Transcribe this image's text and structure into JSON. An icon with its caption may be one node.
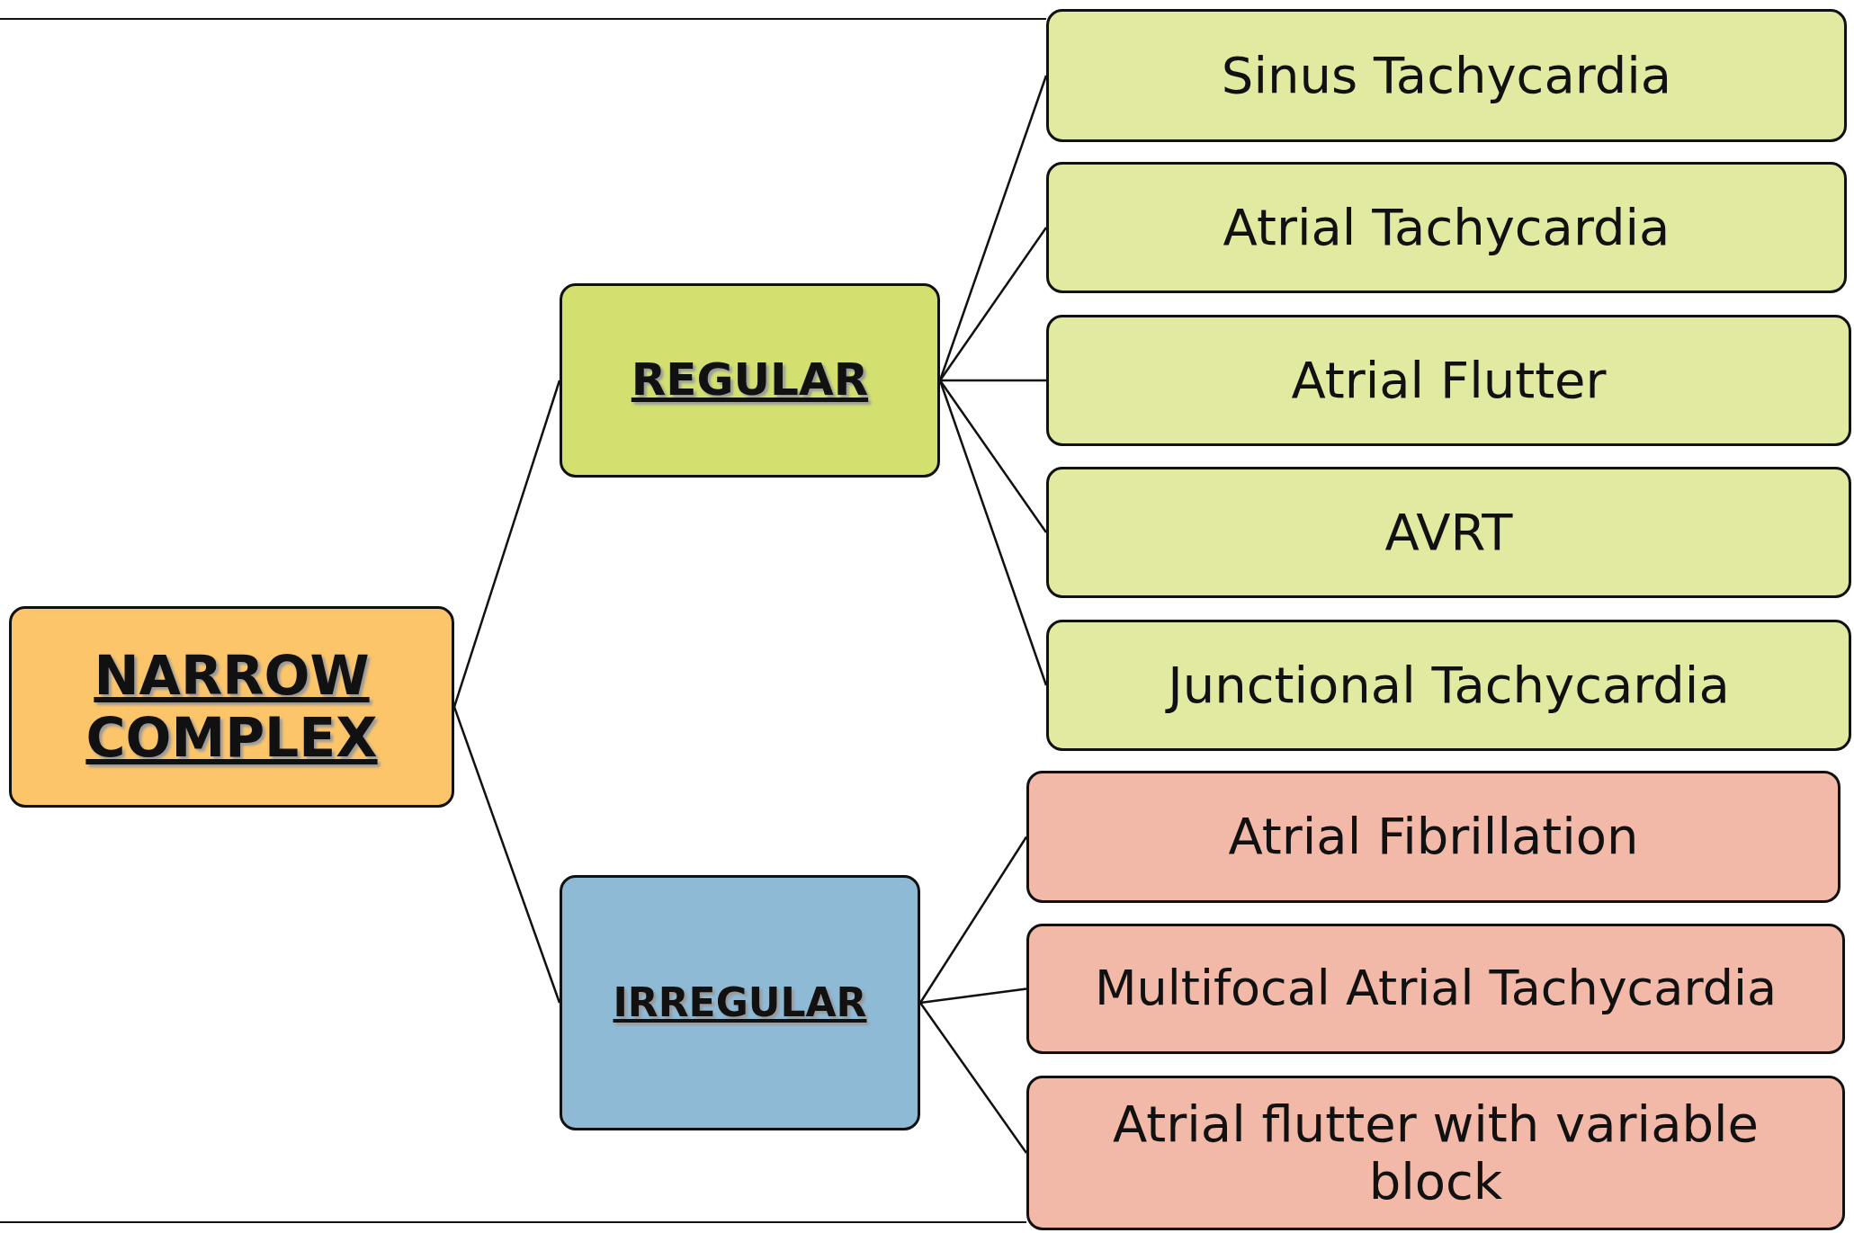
{
  "diagram": {
    "nodes": [
      {
        "text": [
          "NARROW COMPLEX"
        ]
      },
      {
        "text": [
          "REGULAR"
        ]
      },
      {
        "text": [
          "IRREGULAR"
        ]
      },
      {
        "text": [
          "Sinus Tachycardia"
        ]
      },
      {
        "text": [
          "Atrial Tachycardia"
        ]
      },
      {
        "text": [
          "Atrial Flutter"
        ]
      },
      {
        "text": [
          "AVRT"
        ]
      },
      {
        "text": [
          "Junctional Tachycardia"
        ]
      },
      {
        "text": [
          "Atrial Fibrillation"
        ]
      },
      {
        "text": [
          "Multifocal Atrial Tachycardia"
        ]
      },
      {
        "text": [
          "Atrial flutter with variable block"
        ]
      }
    ],
    "edges": [
      {
        "from": 0,
        "to": 1,
        "arrow": "none"
      },
      {
        "from": 0,
        "to": 2,
        "arrow": "none"
      },
      {
        "from": 1,
        "to": 3,
        "arrow": "none"
      },
      {
        "from": 1,
        "to": 4,
        "arrow": "none"
      },
      {
        "from": 1,
        "to": 5,
        "arrow": "none"
      },
      {
        "from": 1,
        "to": 6,
        "arrow": "none"
      },
      {
        "from": 1,
        "to": 7,
        "arrow": "none"
      },
      {
        "from": 2,
        "to": 8,
        "arrow": "none"
      },
      {
        "from": 2,
        "to": 9,
        "arrow": "none"
      },
      {
        "from": 2,
        "to": 10,
        "arrow": "none"
      }
    ]
  }
}
